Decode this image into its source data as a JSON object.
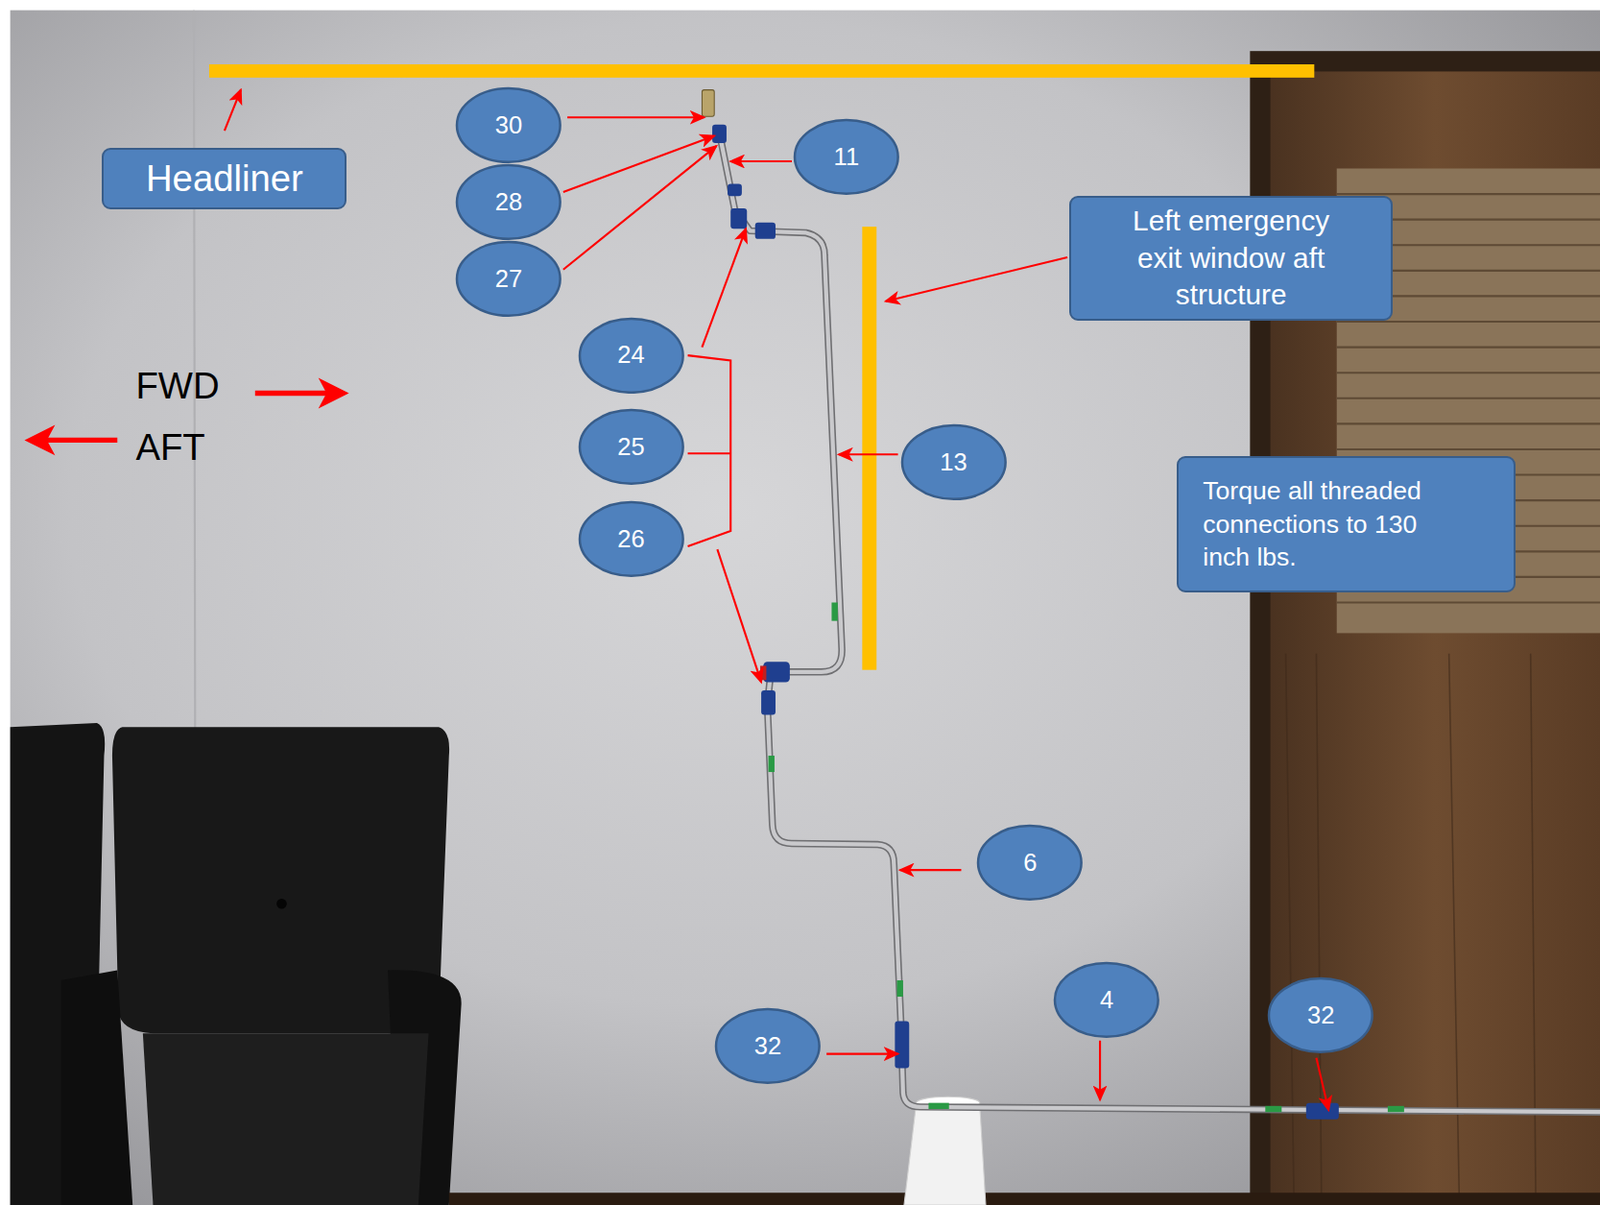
{
  "diagram": {
    "nodes": [
      {
        "text": [
          "Headliner"
        ]
      },
      {
        "text": [
          "30"
        ]
      },
      {
        "text": [
          "11"
        ]
      },
      {
        "text": [
          "28"
        ]
      },
      {
        "text": [
          "Left emergency exit window aft structure"
        ]
      },
      {
        "text": [
          "27"
        ]
      },
      {
        "text": [
          "24"
        ]
      },
      {
        "text": [
          "25"
        ]
      },
      {
        "text": [
          "13"
        ]
      },
      {
        "text": [
          "26"
        ]
      },
      {
        "text": [
          "Torque all threaded connections to 130 inch lbs."
        ]
      },
      {
        "text": [
          "6"
        ]
      },
      {
        "text": [
          "4"
        ]
      },
      {
        "text": [
          "32"
        ]
      },
      {
        "text": [
          "32"
        ]
      }
    ],
    "labels": [
      "FWD",
      "AFT"
    ]
  }
}
